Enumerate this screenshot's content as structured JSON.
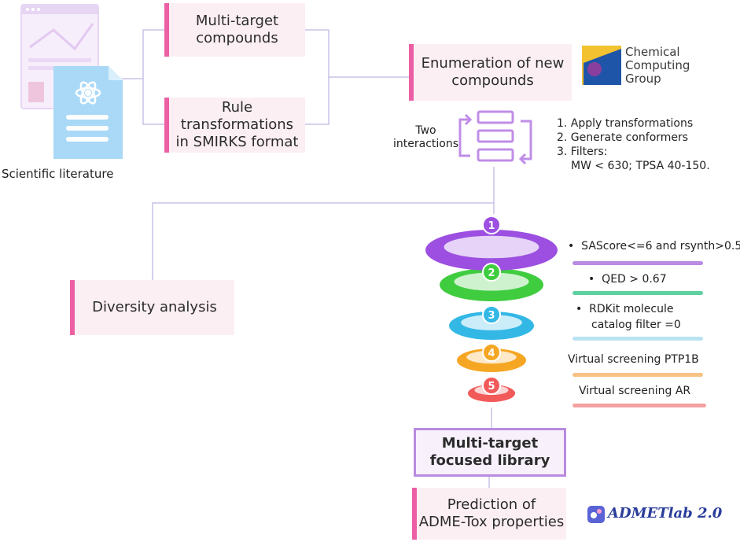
{
  "boxes": {
    "multi_target_compounds": [
      "Multi-target",
      "compounds"
    ],
    "rule_transformations": [
      "Rule",
      "transformations",
      "in SMIRKS format"
    ],
    "enumeration": [
      "Enumeration of new",
      "compounds"
    ],
    "diversity": "Diversity analysis",
    "prediction": [
      "Prediction of",
      "ADME-Tox properties"
    ]
  },
  "labels": {
    "scientific_literature": "Scientific literature",
    "two_interactions": [
      "Two",
      "interactions"
    ]
  },
  "steps": [
    "1. Apply transformations",
    "2. Generate conformers",
    "3.  Filters:",
    "MW < 630; TPSA 40-150."
  ],
  "funnel": {
    "levels": [
      {
        "number": "1",
        "color": "#9c4fe0",
        "filter": [
          "SAScore<=6 and rsynth>0.5"
        ],
        "bar_color": "#b98be3"
      },
      {
        "number": "2",
        "color": "#3fcc3f",
        "filter": [
          "QED > 0.67"
        ],
        "bar_color": "#5fd0a0"
      },
      {
        "number": "3",
        "color": "#33b8e6",
        "filter": [
          "RDKit molecule",
          "catalog filter =0"
        ],
        "bar_color": "#b9e3f3"
      },
      {
        "number": "4",
        "color": "#f5a623",
        "filter": [
          "Virtual screening PTP1B"
        ],
        "bar_color": "#f8c184"
      },
      {
        "number": "5",
        "color": "#f25a5a",
        "filter": [
          "Virtual screening AR"
        ],
        "bar_color": "#f4a1a1"
      }
    ]
  },
  "final_library": [
    "Multi-target",
    "focused library"
  ],
  "logos": {
    "ccg": [
      "Chemical",
      "Computing",
      "Group"
    ],
    "admetlab": "ADMETlab 2.0"
  },
  "colors": {
    "accent": "#ec5fa4",
    "box_bg": "#fbeff4",
    "connector": "#c9c2e6",
    "cycle_icon": "#c08de8"
  }
}
